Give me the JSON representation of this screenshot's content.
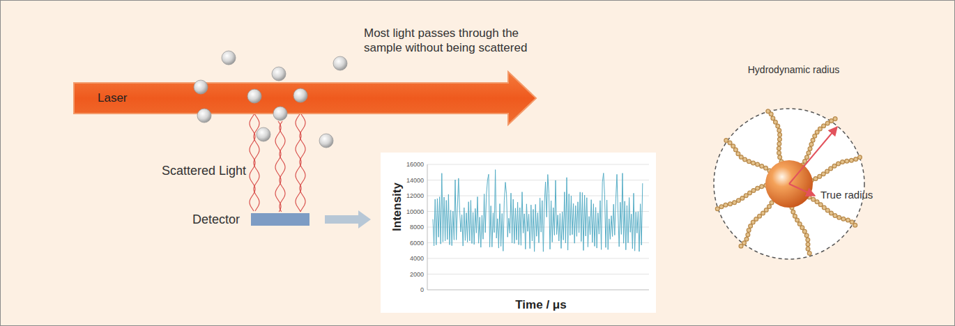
{
  "diagram": {
    "nodes": [
      {
        "text": [
          "Laser"
        ]
      },
      {
        "text": [
          "Detector"
        ]
      },
      {
        "text": [
          "Intensity",
          "Time / μs"
        ]
      }
    ],
    "edges": [
      {
        "from": 1,
        "to": 2,
        "arrow": "to"
      }
    ],
    "labels": [
      "Most light passes through the sample without being scattered",
      "Scattered Light",
      "16000",
      "14000",
      "12000",
      "10000",
      "8000",
      "6000",
      "4000",
      "2000",
      "0",
      "Hydrodynamic radius",
      "True radius"
    ]
  }
}
